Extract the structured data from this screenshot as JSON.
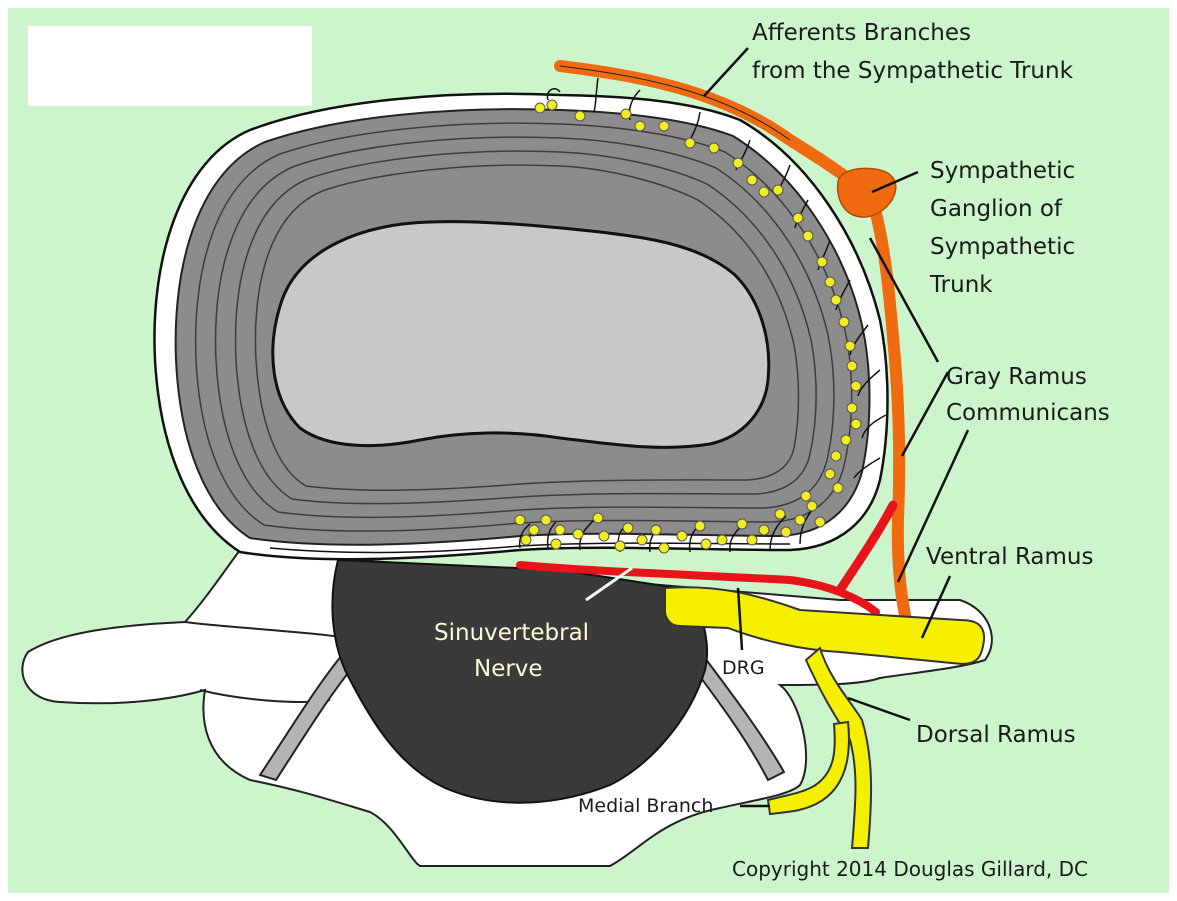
{
  "labels": {
    "afferents_line1": "Afferents Branches",
    "afferents_line2": "from the Sympathetic Trunk",
    "ganglion_line1": "Sympathetic",
    "ganglion_line2": "Ganglion of",
    "ganglion_line3": "Sympathetic",
    "ganglion_line4": "Trunk",
    "gray_ramus_line1": "Gray Ramus",
    "gray_ramus_line2": "Communicans",
    "ventral_ramus": "Ventral Ramus",
    "dorsal_ramus": "Dorsal Ramus",
    "sinuvertebral_line1": "Sinuvertebral",
    "sinuvertebral_line2": "Nerve",
    "drg": "DRG",
    "medial_branch": "Medial Branch",
    "copyright": "Copyright 2014 Douglas Gillard, DC"
  },
  "colors": {
    "background": "#ccf5cc",
    "annulus": "#8c8c8c",
    "nucleus": "#c8c8c8",
    "canal": "#3a3a3a",
    "sympathetic_trunk": "#f06a10",
    "sinuvertebral_nerve": "#e8141a",
    "spinal_nerve": "#f5f000",
    "nerve_endings": "#f0ee20"
  }
}
